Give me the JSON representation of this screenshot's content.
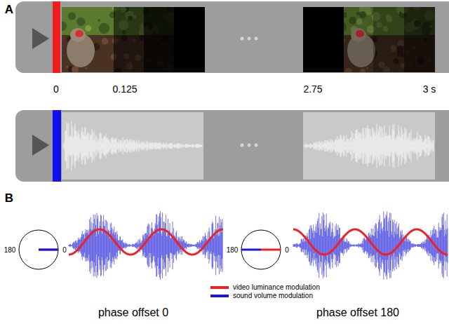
{
  "diagram": {
    "labels": [
      "A",
      "0",
      "0.125",
      "2.75",
      "3 s",
      "B",
      "180",
      "0",
      "180",
      "0",
      "phase offset 0",
      "phase offset 180"
    ],
    "legend": [
      {
        "text": "video luminance modulation",
        "color": "#ee2222"
      },
      {
        "text": "sound volume modulation",
        "color": "#1a1ad6"
      }
    ]
  }
}
